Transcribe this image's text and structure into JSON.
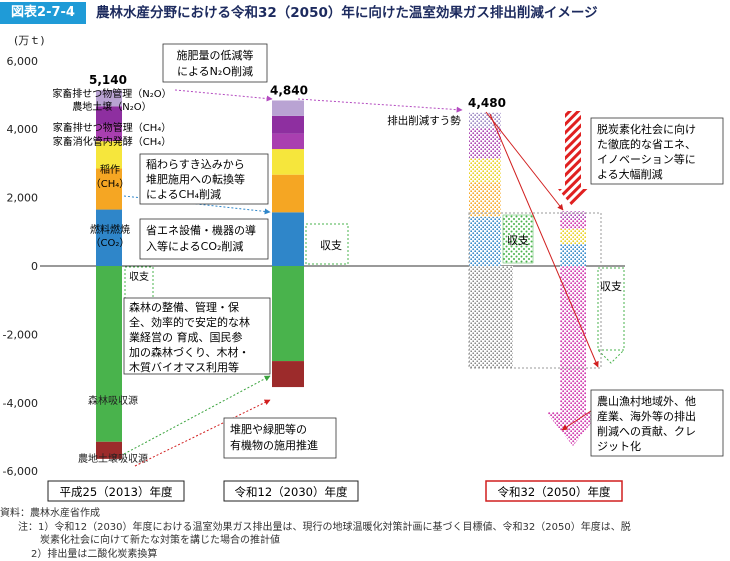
{
  "header": {
    "figure_no": "図表2-7-4",
    "title": "農林水産分野における令和32（2050）年に向けた温室効果ガス排出削減イメージ"
  },
  "footer": {
    "source": "資料：農林水産省作成",
    "note1_line1": "注：1）令和12（2030）年度における温室効果ガス排出量は、現行の地球温暖化対策計画に基づく目標値、令和32（2050）年度は、脱",
    "note1_line2": "炭素化社会に向けて新たな対策を講じた場合の推計値",
    "note2": "2）排出量は二酸化炭素換算"
  },
  "chart_data": {
    "type": "bar",
    "stacked": true,
    "unit_label": "(万ｔ)",
    "ylim": [
      -6000,
      6000
    ],
    "yticks": [
      6000,
      4000,
      2000,
      0,
      -2000,
      -4000,
      -6000
    ],
    "ytick_labels": [
      "6,000",
      "4,000",
      "2,000",
      "0",
      "-2,000",
      "-4,000",
      "-6,000"
    ],
    "categories": [
      "平成25（2013）年度",
      "令和12（2030）年度",
      "令和32（2050）年度"
    ],
    "totals": [
      5140,
      4840,
      4480
    ],
    "total_labels": [
      "5,140",
      "4,840",
      "4,480"
    ],
    "series": [
      {
        "name": "燃料燃焼(CO2)",
        "color": "#2f86c9",
        "values": [
          1650,
          1570,
          1440
        ]
      },
      {
        "name": "稲作(CH4)",
        "color": "#f5a623",
        "values": [
          1200,
          1100,
          1000
        ]
      },
      {
        "name": "家畜消化管内発酵(CH4)",
        "color": "#f6e63c",
        "values": [
          800,
          750,
          700
        ]
      },
      {
        "name": "家畜排せつ物管理(CH4)",
        "color": "#a93fb0",
        "values": [
          500,
          450,
          400
        ]
      },
      {
        "name": "農地土壌(N2O)",
        "color": "#8e2fa0",
        "values": [
          520,
          520,
          500
        ]
      },
      {
        "name": "家畜排せつ物管理(N2O)",
        "color": "#b9a3d3",
        "values": [
          470,
          450,
          440
        ]
      }
    ],
    "sinks": [
      {
        "name": "森林吸収源",
        "color": "#49b34c",
        "values": [
          -5140,
          -2780,
          -2780
        ]
      },
      {
        "name": "農地土壌吸収源",
        "color": "#9c2b2b",
        "values": [
          -500,
          -760,
          -220
        ]
      }
    ],
    "future_2050": {
      "remaining_emissions": 1600,
      "offset_to": -5500
    },
    "labels": {
      "ch4_manure_n2o": "家畜排せつ物管理（N₂O）",
      "soil_n2o": "農地土壌（N₂O）",
      "manure_ch4": "家畜排せつ物管理（CH₄）",
      "enteric_ch4": "家畜消化管内発酵（CH₄）",
      "rice": "稲作",
      "rice_sub": "（CH₄）",
      "fuel": "燃料燃焼",
      "fuel_sub": "（CO₂）",
      "forest_sink": "森林吸収源",
      "soil_sink": "農地土壌吸収源",
      "trend": "排出削減すう勢",
      "balance": "収支"
    },
    "annotations": {
      "fertilizer": [
        "施肥量の低減等",
        "によるN₂O削減"
      ],
      "straw": [
        "稲わらすき込みから",
        "堆肥施用への転換等",
        "によるCH₄削減"
      ],
      "energy": [
        "省エネ設備・機器の導",
        "入等によるCO₂削減"
      ],
      "forest": [
        "森林の整備、管理・保",
        "全、効率的で安定的な林",
        "業経営の 育成、国民参",
        "加の森林づくり、木材・",
        "木質バイオマス利用等"
      ],
      "compost": [
        "堆肥や緑肥等の",
        "有機物の施用推進"
      ],
      "decarb": [
        "脱炭素化社会に向け",
        "た徹底的な省エネ、",
        "イノベーション等に",
        "よる大幅削減"
      ],
      "contribution": [
        "農山漁村地域外、他",
        "産業、海外等の排出",
        "削減への貢献、クレ",
        "ジット化"
      ]
    }
  }
}
